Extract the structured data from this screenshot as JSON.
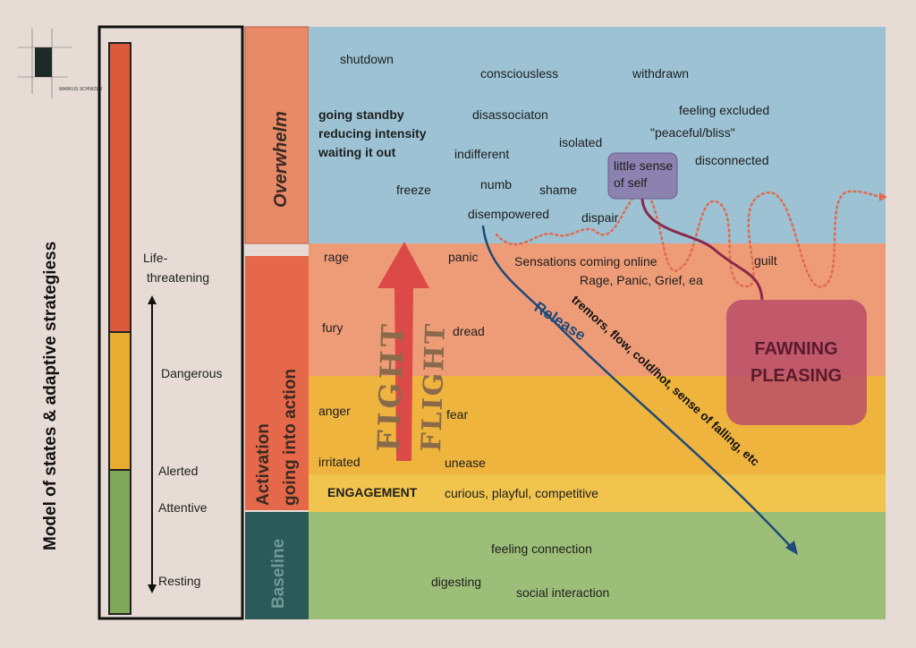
{
  "logo": {
    "author": "MARKUS SCHNIZER"
  },
  "title": "Model of states & adaptive strategiess",
  "scale": {
    "colors": {
      "red": "#dc5a3c",
      "yellow": "#e8ac30",
      "green": "#7fa85a"
    },
    "labels": [
      "Life-",
      "threatening",
      "Dangerous",
      "Alerted",
      "Attentive",
      "Resting"
    ]
  },
  "categories": {
    "overwhelm": "Overwhelm",
    "activation_1": "Activation",
    "activation_2": "going into action",
    "baseline": "Baseline"
  },
  "overwhelm_words": {
    "shutdown": "shutdown",
    "consciousless": "consciousless",
    "withdrawn": "withdrawn",
    "standby": "going standby",
    "reducing": "reducing intensity",
    "waiting": "waiting it out",
    "disassociaton": "disassociaton",
    "feeling_excluded": "feeling excluded",
    "peaceful": "\"peaceful/bliss\"",
    "isolated": "isolated",
    "indifferent": "indifferent",
    "disconnected": "disconnected",
    "freeze": "freeze",
    "numb": "numb",
    "shame": "shame",
    "disempowered": "disempowered",
    "dispair": "dispair",
    "little_sense_1": "little sense",
    "little_sense_2": "of self"
  },
  "activation_words": {
    "rage": "rage",
    "panic": "panic",
    "sensations": "Sensations coming online",
    "rage_panic_grief": "Rage, Panic, Grief, ea",
    "guilt": "guilt",
    "fury": "fury",
    "dread": "dread",
    "anger": "anger",
    "fear": "fear",
    "irritated": "irritated",
    "unease": "unease",
    "fight": "FIGHT",
    "flight": "FLIGHT",
    "release": "Release",
    "tremors": "tremors, flow, cold/hot, sense of falling, etc",
    "fawning_1": "FAWNING",
    "fawning_2": "PLEASING"
  },
  "engagement": {
    "label": "ENGAGEMENT",
    "text": "curious, playful, competitive"
  },
  "baseline_words": {
    "connection": "feeling connection",
    "digesting": "digesting",
    "social": "social interaction"
  }
}
